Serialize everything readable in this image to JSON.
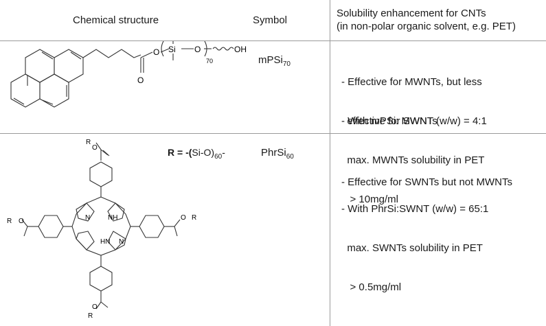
{
  "header": {
    "col1": "Chemical structure",
    "col2": "Symbol",
    "col3_line1": "Solubility enhancement for CNTs",
    "col3_line2": "(in non-polar organic solvent, e.g. PET)"
  },
  "rows": [
    {
      "symbol_main": "mPSi",
      "symbol_sub": "70",
      "structure_labels": {
        "o1": "O",
        "o2": "O",
        "si": "Si",
        "o3": "O",
        "n": "70",
        "oh": "OH"
      },
      "notes": [
        [
          "- Effective for MWNTs, but less",
          "  effective for SWNTs"
        ],
        [
          "- With mPSi: MWNT (w/w) = 4:1",
          "  max. MWNTs solubility in PET",
          "   > 10mg/ml"
        ]
      ]
    },
    {
      "symbol_main": "PhrSi",
      "symbol_sub": "60",
      "r_def": {
        "prefix": "R = -(",
        "si": "Si",
        "suffix": "-O)",
        "sub": "60",
        "end": "-"
      },
      "structure_labels": {
        "r": "R",
        "o": "O",
        "nh": "NH",
        "hn": "HN",
        "n": "N"
      },
      "notes": [
        [
          "- Effective for SWNTs but not MWNTs"
        ],
        [
          "- With PhrSi:SWNT (w/w) = 65:1",
          "  max. SWNTs solubility in PET",
          "   > 0.5mg/ml"
        ]
      ]
    }
  ]
}
